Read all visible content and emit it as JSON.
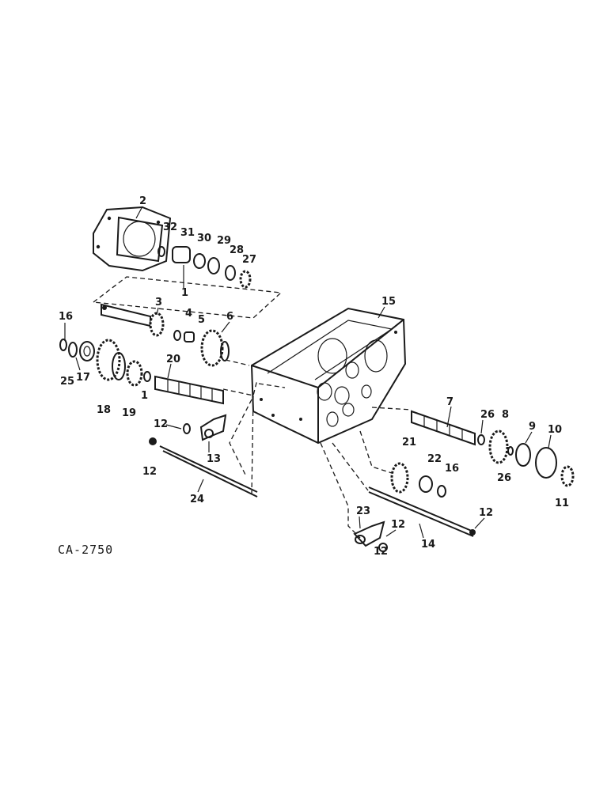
{
  "diagram_code": "CA-2750",
  "part_numbers": [
    "1",
    "1",
    "2",
    "3",
    "4",
    "5",
    "6",
    "7",
    "8",
    "9",
    "10",
    "11",
    "12",
    "12",
    "12",
    "12",
    "12",
    "13",
    "14",
    "15",
    "16",
    "16",
    "17",
    "18",
    "19",
    "20",
    "21",
    "22",
    "23",
    "24",
    "25",
    "26",
    "26",
    "27",
    "28",
    "29",
    "30",
    "31",
    "32"
  ]
}
